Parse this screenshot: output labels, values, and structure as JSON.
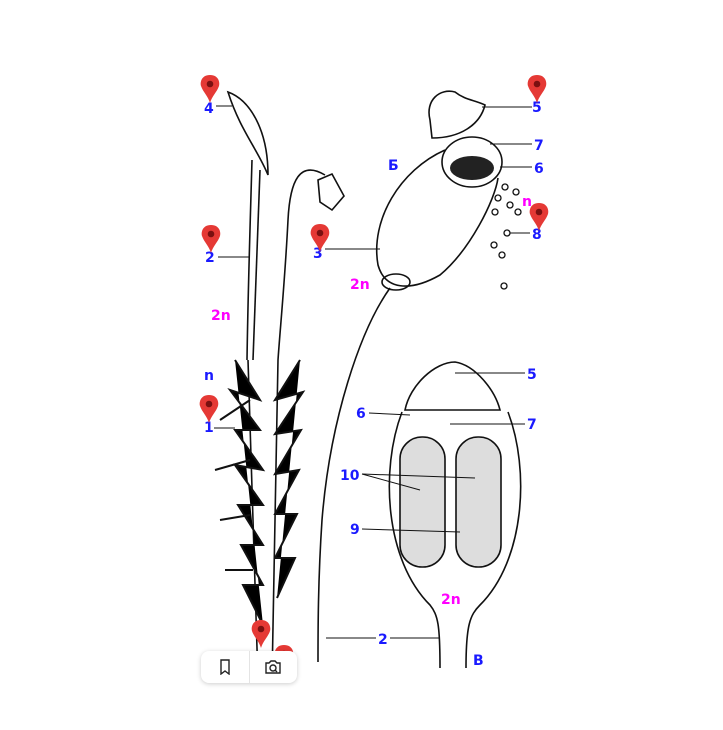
{
  "diagram": {
    "labels": {
      "a_4": "4",
      "a_2": "2",
      "a_2n": "2n",
      "a_n": "n",
      "a_1": "1",
      "b_3": "3",
      "b_title": "Б",
      "b_5": "5",
      "b_7": "7",
      "b_6": "6",
      "b_n": "n",
      "b_8": "8",
      "b_2n": "2n",
      "c_5": "5",
      "c_6": "6",
      "c_7": "7",
      "c_10": "10",
      "c_9": "9",
      "c_2n": "2n",
      "c_2": "2",
      "c_title": "В"
    }
  },
  "markers": [
    "4",
    "2",
    "1",
    "3",
    "5",
    "8",
    "bottom-left",
    "bottom-right"
  ],
  "colors": {
    "label": "#1a1aff",
    "ploidy": "#ff00ff",
    "marker": "#e53935"
  },
  "toolbar": {
    "bookmark_icon": "bookmark-icon",
    "lens_icon": "camera-search-icon"
  }
}
